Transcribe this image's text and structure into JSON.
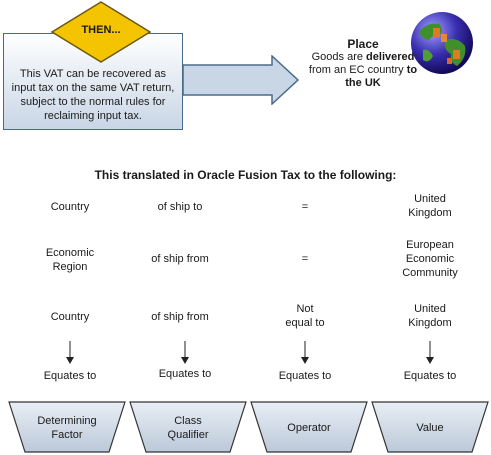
{
  "then_badge": "THEN...",
  "vat_text": "This VAT can be recovered as input tax on the same VAT return, subject to the normal rules for reclaiming input tax.",
  "place": {
    "title": "Place",
    "t1": "Goods are ",
    "t2": "delivered",
    "t3": " from an EC country ",
    "t4": "to",
    "t5": "the UK"
  },
  "heading": "This translated in Oracle Fusion Tax to the following:",
  "rows": [
    {
      "factor": "Country",
      "qualifier": "of ship to",
      "operator": "=",
      "value": [
        "United",
        "Kingdom"
      ]
    },
    {
      "factor": [
        "Economic",
        "Region"
      ],
      "qualifier": "of ship from",
      "operator": "=",
      "value": [
        "European",
        "Economic",
        "Community"
      ]
    },
    {
      "factor": "Country",
      "qualifier": "of ship from",
      "operator": [
        "Not",
        "equal to"
      ],
      "value": [
        "United",
        "Kingdom"
      ]
    }
  ],
  "equates_label": "Equates to",
  "columns": [
    [
      "Determining",
      "Factor"
    ],
    [
      "Class",
      "Qualifier"
    ],
    [
      "Operator"
    ],
    [
      "Value"
    ]
  ],
  "colors": {
    "badge_fill": "#f5c400",
    "box_border": "#4a6a8a",
    "arrow_fill": "#c9d6e6",
    "trapezoid_fill": "#bcc9d9"
  },
  "icons": {
    "globe": "globe-icon"
  }
}
